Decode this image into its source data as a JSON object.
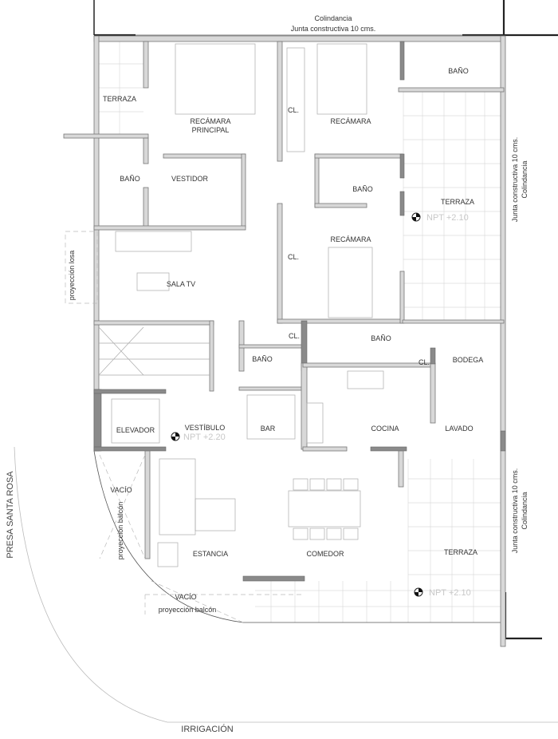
{
  "boundaries": {
    "top_neighbor": "Colindancia",
    "top_joint": "Junta constructiva 10 cms.",
    "right_joint": "Junta constructiva 10 cms.",
    "right_neighbor": "Colindancia",
    "left_street": "PRESA SANTA ROSA",
    "bottom_street": "IRRIGACIÓN",
    "slab_projection": "proyección losa"
  },
  "rooms": {
    "terraza_nw": "TERRAZA",
    "recamara_principal_1": "RECÁMARA",
    "recamara_principal_2": "PRINCIPAL",
    "closet_1": "CL.",
    "recamara_n": "RECÁMARA",
    "bano_ne": "BAÑO",
    "bano_principal": "BAÑO",
    "vestidor": "VESTIDOR",
    "bano_center": "BAÑO",
    "terraza_e": "TERRAZA",
    "recamara_center": "RECÁMARA",
    "closet_2": "CL.",
    "sala_tv": "SALA TV",
    "closet_3": "CL.",
    "bano_s": "BAÑO",
    "bano_visitas": "BAÑO",
    "closet_4": "CL.",
    "bodega": "BODEGA",
    "elevador": "ELEVADOR",
    "vestibulo": "VESTÍBULO",
    "bar": "BAR",
    "cocina": "COCINA",
    "lavado": "LAVADO",
    "vacio_1": "VACÍO",
    "balcon_1": "proyección balcón",
    "terraza_se": "TERRAZA",
    "estancia": "ESTANCIA",
    "comedor": "COMEDOR",
    "vacio_2": "VACÍO",
    "balcon_2": "proyección balcón"
  },
  "levels": {
    "terraza_e": "NPT  +2.10",
    "vestibulo": "NPT  +2.20",
    "terraza_se": "NPT  +2.10"
  }
}
